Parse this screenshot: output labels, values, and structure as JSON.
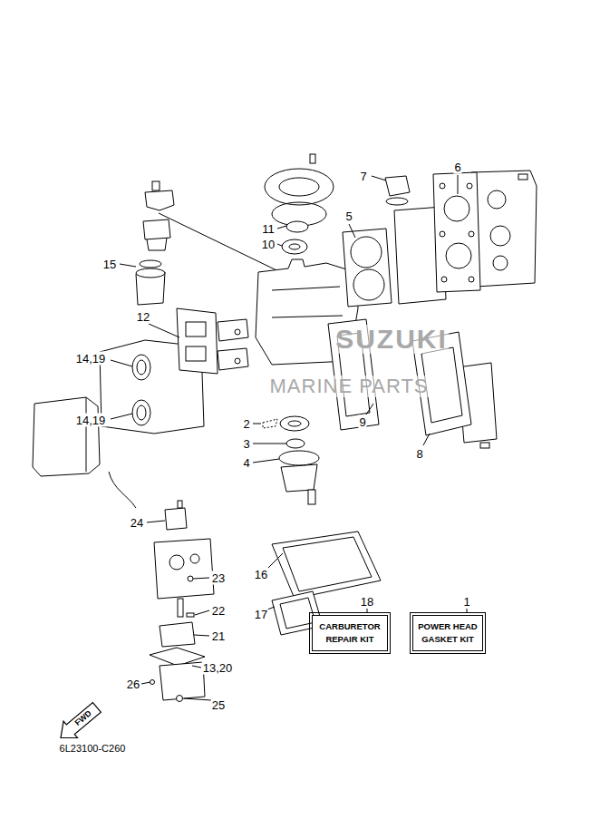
{
  "diagram": {
    "nodes": [
      {
        "text": [
          "CARBURETOR REPAIR KIT"
        ]
      },
      {
        "text": [
          "POWER HEAD GASKET KIT"
        ]
      }
    ],
    "edges": [],
    "labels": [
      "7",
      "6",
      "11",
      "10",
      "5",
      "15",
      "12",
      "14,19",
      "14,19",
      "2",
      "3",
      "4",
      "9",
      "8",
      "24",
      "16",
      "23",
      "18",
      "1",
      "22",
      "17",
      "21",
      "13,20",
      "26",
      "25",
      "FWD",
      "6L23100-C260",
      "SUZUKI",
      "MARINE PARTS"
    ]
  }
}
